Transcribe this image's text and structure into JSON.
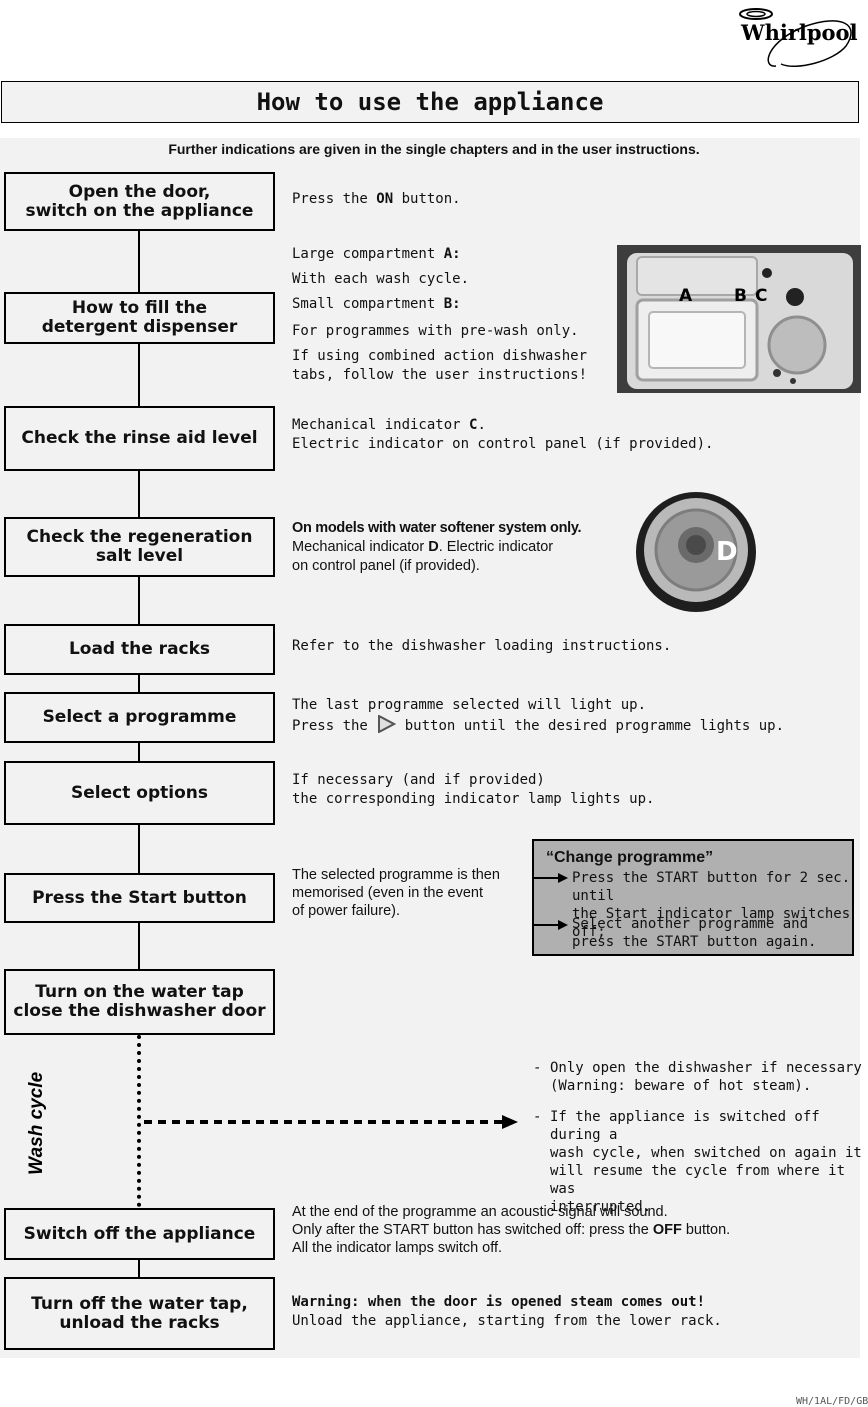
{
  "brand": {
    "logo_text": "Whirlpool"
  },
  "title": "How to use the appliance",
  "subtitle": "Further indications are given in the single chapters and in the user instructions.",
  "steps": [
    {
      "label1": "Open the door,",
      "label2": "switch on the appliance"
    },
    {
      "label1": "How to fill the",
      "label2": "detergent dispenser"
    },
    {
      "label1": "Check the rinse aid level",
      "label2": ""
    },
    {
      "label1": "Check the regeneration",
      "label2": "salt level"
    },
    {
      "label1": "Load the racks",
      "label2": ""
    },
    {
      "label1": "Select a programme",
      "label2": ""
    },
    {
      "label1": "Select options",
      "label2": ""
    },
    {
      "label1": "Press the Start button",
      "label2": ""
    },
    {
      "label1": "Turn on the water tap",
      "label2": "close the dishwasher door"
    },
    {
      "label1": "Switch off the appliance",
      "label2": ""
    },
    {
      "label1": "Turn off the water tap,",
      "label2": "unload the racks"
    }
  ],
  "wash_cycle_label": "Wash cycle",
  "desc": {
    "on_a": "Press the ",
    "on_b": "ON",
    "on_c": " button.",
    "large_a": "Large compartment ",
    "large_b": "A:",
    "each_cycle": "With each wash cycle.",
    "small_a": "Small compartment ",
    "small_b": "B:",
    "prewash": "For programmes with pre-wash only.",
    "tabs": "If using combined action dishwasher\ntabs, follow the user instructions!",
    "rinse_a": "Mechanical indicator ",
    "rinse_b": "C",
    "rinse_c": ".",
    "rinse_d": "Electric indicator on control panel (if provided).",
    "salt_a": "On models with water softener system only.",
    "salt_b": "Mechanical indicator ",
    "salt_c": "D",
    "salt_d": ". Electric indicator",
    "salt_e": "on control panel (if provided).",
    "load": "Refer to the dishwasher loading instructions.",
    "prog_a": "The last programme selected will light up.",
    "prog_b": "Press the ",
    "prog_c": " button until the desired programme lights up.",
    "options": "If necessary (and if provided)\nthe corresponding indicator lamp lights up.",
    "start": "The selected programme is then\nmemorised (even in the event\nof power failure).",
    "end_a": "At the end of the programme an acoustic signal will sound.",
    "end_b": "Only after the START button has switched off: press the ",
    "end_c": "OFF",
    "end_d": " button.",
    "end_e": "All the indicator lamps switch off.",
    "warn_a": "Warning: when the door is opened steam comes out!",
    "warn_b": "Unload the appliance, starting from the lower rack."
  },
  "photo_labels": {
    "a": "A",
    "b": "B",
    "c": "C",
    "d": "D"
  },
  "change_programme": {
    "title": "“Change programme”",
    "item1": "Press the START button for 2 sec. until\nthe Start indicator lamp switches off;",
    "item2": "Select another programme and\npress the START button again."
  },
  "notes": [
    {
      "dash": "-",
      "text": "Only open the dishwasher if necessary\n(Warning: beware of hot steam)."
    },
    {
      "dash": "-",
      "text": "If the appliance is switched off during a\nwash cycle, when switched on again it\nwill resume the cycle from where it was\ninterrupted."
    }
  ],
  "page_code": "WH/1AL/FD/GB"
}
